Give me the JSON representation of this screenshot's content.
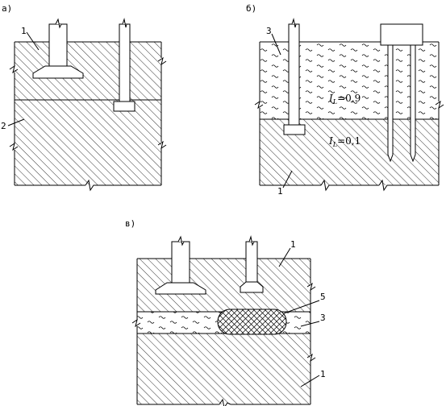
{
  "panels": {
    "a": {
      "panel_label": "а)",
      "labels": [
        "1",
        "2"
      ]
    },
    "b": {
      "panel_label": "б)",
      "labels": [
        "3",
        "1"
      ],
      "il_symbol": "I",
      "il_subscript": "L",
      "il_upper_value": "=0,9",
      "il_lower_value": "=0,1"
    },
    "c": {
      "panel_label": "в)",
      "labels": [
        "1",
        "5",
        "3",
        "1"
      ]
    }
  }
}
